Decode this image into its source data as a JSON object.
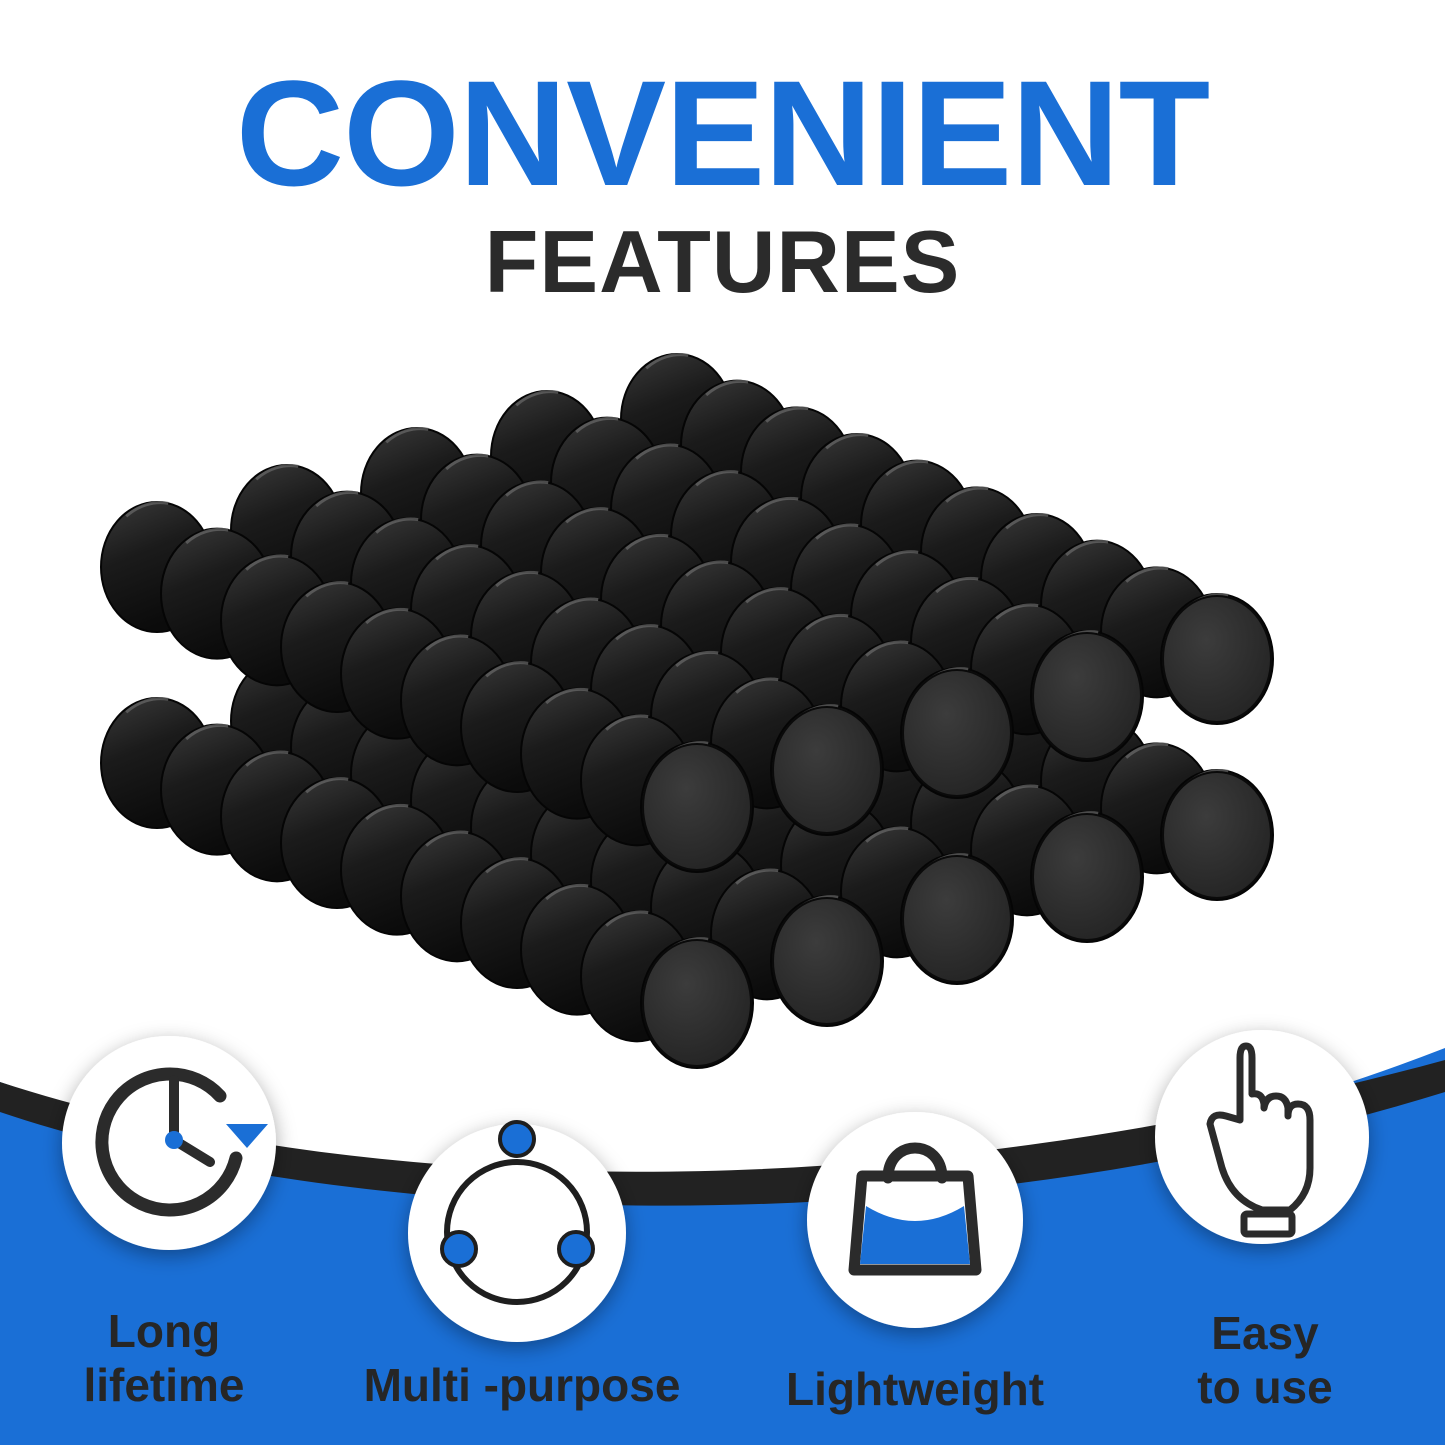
{
  "header": {
    "title": "CONVENIENT",
    "subtitle": "FEATURES"
  },
  "colors": {
    "accent_blue": "#1a6fd6",
    "dark_text": "#262626",
    "wave_band": "#222222",
    "magnet_black": "#151515"
  },
  "product": {
    "stack_columns": 5,
    "stack_layers": 2,
    "discs_per_column": 10
  },
  "features": [
    {
      "icon": "clock-icon",
      "label_line1": "Long",
      "label_line2": "lifetime"
    },
    {
      "icon": "network-icon",
      "label_line1": "Multi -purpose",
      "label_line2": ""
    },
    {
      "icon": "bag-icon",
      "label_line1": "Lightweight",
      "label_line2": ""
    },
    {
      "icon": "hand-pointer-icon",
      "label_line1": "Easy",
      "label_line2": "to use"
    }
  ]
}
